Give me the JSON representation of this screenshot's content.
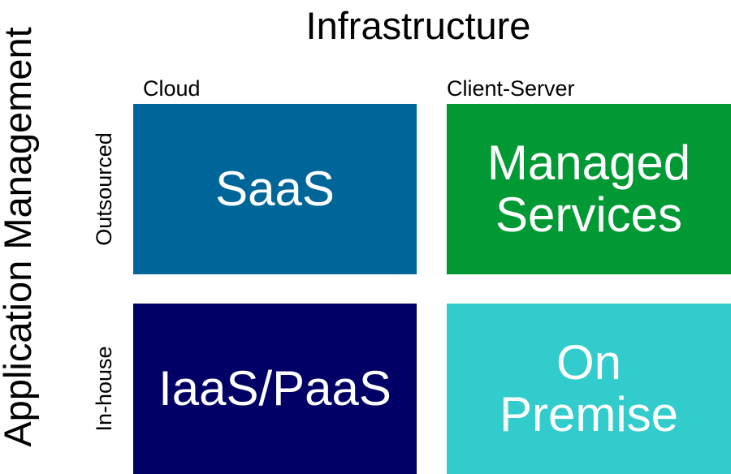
{
  "title_top": "Infrastructure",
  "title_left": "Application Management",
  "columns": [
    "Cloud",
    "Client-Server"
  ],
  "rows": [
    "Outsourced",
    "In-house"
  ],
  "cells": {
    "saas": "SaaS",
    "managed": "Managed\nServices",
    "iaas": "IaaS/PaaS",
    "onprem": "On\nPremise"
  },
  "colors": {
    "saas": "#006699",
    "managed": "#009933",
    "iaas": "#000066",
    "onprem": "#33cccc"
  }
}
